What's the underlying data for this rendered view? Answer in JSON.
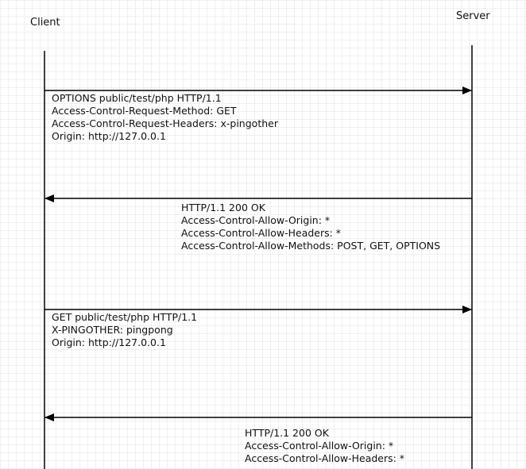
{
  "actors": {
    "client": "Client",
    "server": "Server"
  },
  "colors": {
    "line": "#000000",
    "grid": "#efefef",
    "background": "#ffffff",
    "text": "#111111"
  },
  "messages": [
    {
      "direction": "client-to-server",
      "lines": [
        "OPTIONS public/test/php HTTP/1.1",
        "Access-Control-Request-Method: GET",
        "Access-Control-Request-Headers: x-pingother",
        "Origin: http://127.0.0.1"
      ]
    },
    {
      "direction": "server-to-client",
      "lines": [
        "HTTP/1.1 200 OK",
        "Access-Control-Allow-Origin: *",
        "Access-Control-Allow-Headers: *",
        "Access-Control-Allow-Methods: POST, GET, OPTIONS"
      ]
    },
    {
      "direction": "client-to-server",
      "lines": [
        "GET public/test/php HTTP/1.1",
        "X-PINGOTHER: pingpong",
        "Origin: http://127.0.0.1"
      ]
    },
    {
      "direction": "server-to-client",
      "lines": [
        "HTTP/1.1 200 OK",
        "Access-Control-Allow-Origin: *",
        "Access-Control-Allow-Headers: *"
      ]
    }
  ]
}
